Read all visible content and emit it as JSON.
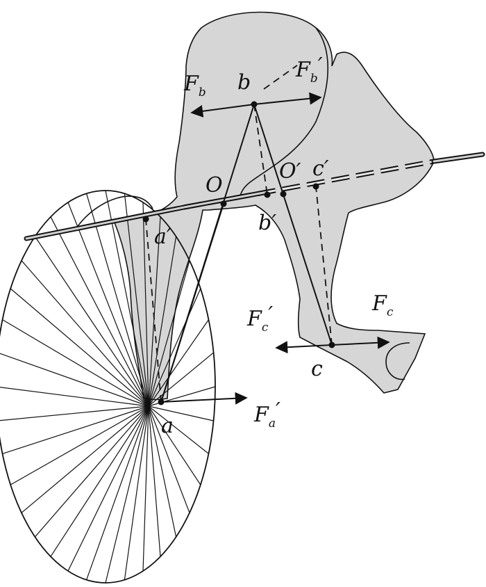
{
  "colors": {
    "shade": "#d6d6d6",
    "ink": "#111111",
    "background": "#ffffff"
  },
  "labels": {
    "O": "O",
    "O_prime": "O′",
    "a": "a",
    "a_prime": "a′",
    "b": "b",
    "b_prime": "b′",
    "c": "c",
    "c_prime": "c′",
    "F_b": {
      "main": "F",
      "sub": "b"
    },
    "F_b_prime": {
      "main": "F",
      "sub": "b",
      "prime": "′"
    },
    "F_c": {
      "main": "F",
      "sub": "c"
    },
    "F_c_prime": {
      "main": "F",
      "sub": "c",
      "prime": "′"
    },
    "F_a_prime": {
      "main": "F",
      "sub": "a",
      "prime": "′"
    }
  }
}
